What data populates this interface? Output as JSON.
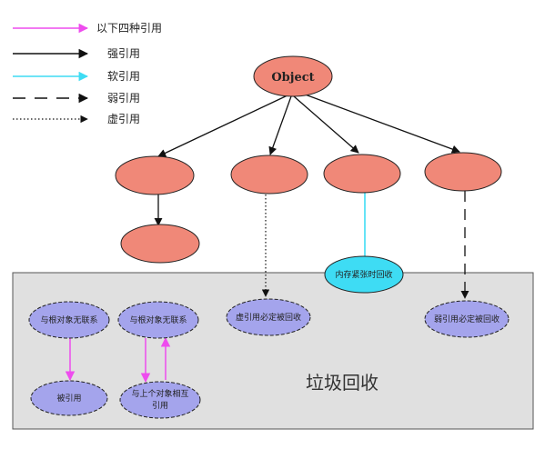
{
  "legend": {
    "items": [
      {
        "label": "以下四种引用",
        "style": "pink-arrow"
      },
      {
        "label": "强引用",
        "style": "solid"
      },
      {
        "label": "软引用",
        "style": "cyan"
      },
      {
        "label": "弱引用",
        "style": "dashed"
      },
      {
        "label": "虚引用",
        "style": "dotted"
      }
    ]
  },
  "root": {
    "label": "Object"
  },
  "gc_area": {
    "label": "垃圾回收"
  },
  "nodes": {
    "memory_tight_gc": "内存紧张时回收",
    "no_root_1": "与根对象无联系",
    "no_root_2": "与根对象无联系",
    "referenced": "被引用",
    "mutual_ref_line1": "与上个对象相互",
    "mutual_ref_line2": "引用",
    "phantom_gc": "虚引用必定被回收",
    "weak_gc": "弱引用必定被回收"
  },
  "colors": {
    "salmon": "#f08878",
    "lavender": "#a4a4ec",
    "cyan": "#3edcf4",
    "pink": "#ee4cee",
    "gc_box": "#e0e0e0"
  }
}
